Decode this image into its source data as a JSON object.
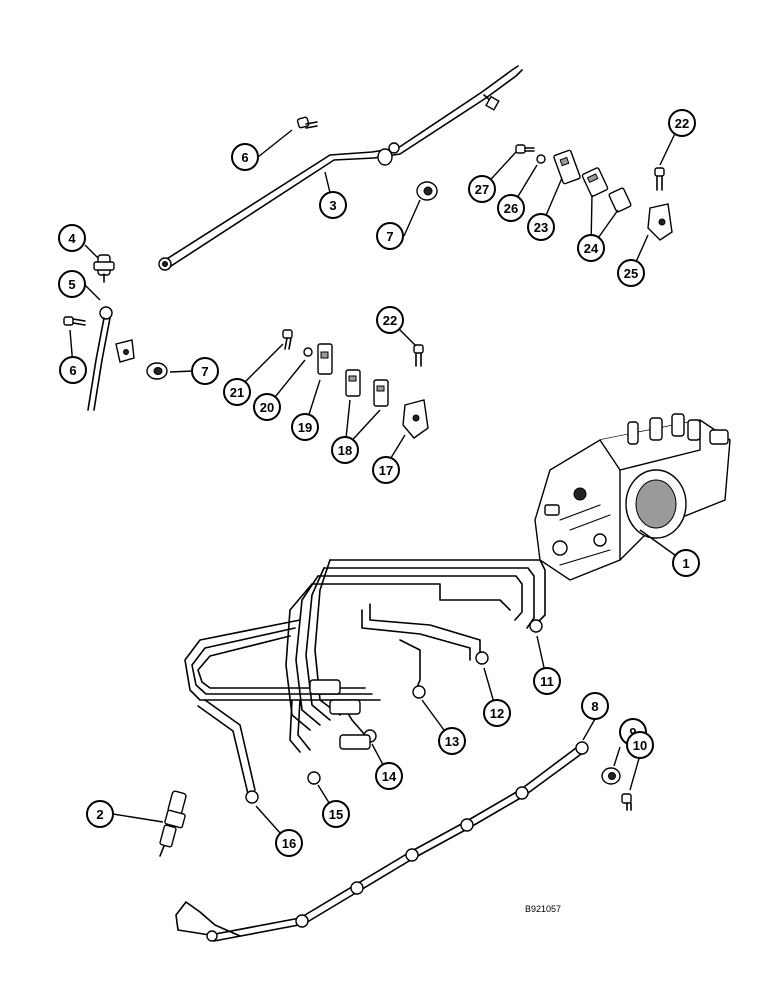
{
  "reference_code": "B921057",
  "callouts": [
    {
      "label": "1"
    },
    {
      "label": "2"
    },
    {
      "label": "3"
    },
    {
      "label": "4"
    },
    {
      "label": "5"
    },
    {
      "label": "6"
    },
    {
      "label": "6"
    },
    {
      "label": "7"
    },
    {
      "label": "7"
    },
    {
      "label": "8"
    },
    {
      "label": "9"
    },
    {
      "label": "10"
    },
    {
      "label": "11"
    },
    {
      "label": "12"
    },
    {
      "label": "13"
    },
    {
      "label": "14"
    },
    {
      "label": "15"
    },
    {
      "label": "16"
    },
    {
      "label": "17"
    },
    {
      "label": "18"
    },
    {
      "label": "19"
    },
    {
      "label": "20"
    },
    {
      "label": "21"
    },
    {
      "label": "22"
    },
    {
      "label": "22"
    },
    {
      "label": "23"
    },
    {
      "label": "24"
    },
    {
      "label": "25"
    },
    {
      "label": "26"
    },
    {
      "label": "27"
    }
  ]
}
